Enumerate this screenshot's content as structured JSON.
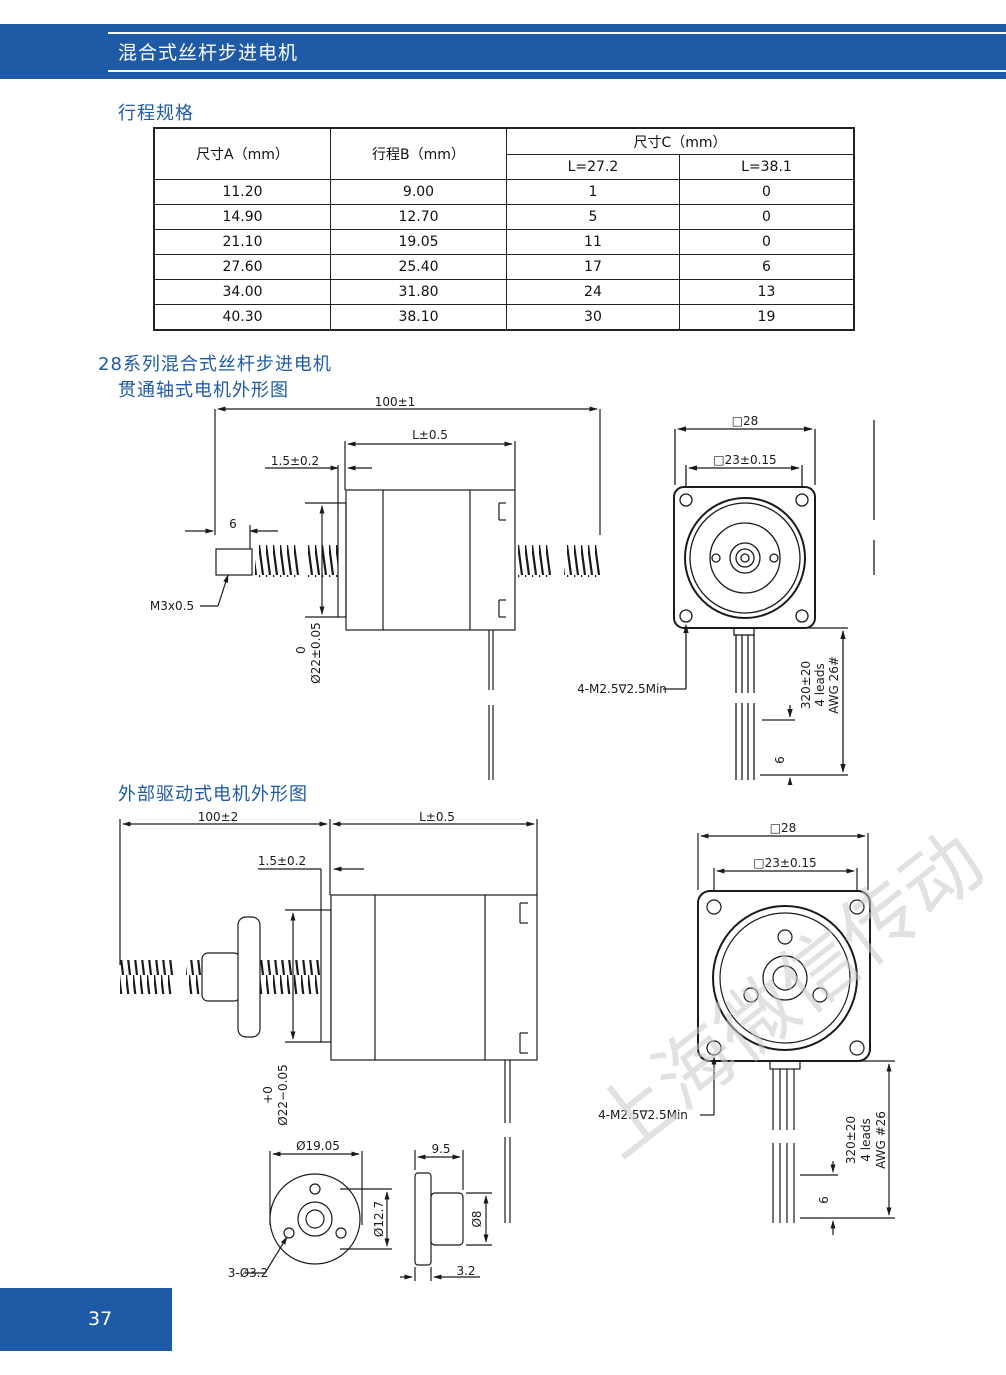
{
  "header": {
    "title": "混合式丝杆步进电机"
  },
  "stroke_spec": {
    "title": "行程规格",
    "col_a": "尺寸A（mm）",
    "col_b": "行程B（mm）",
    "col_c": "尺寸C（mm）",
    "sub_c1": "L=27.2",
    "sub_c2": "L=38.1",
    "rows": [
      [
        "11.20",
        "9.00",
        "1",
        "0"
      ],
      [
        "14.90",
        "12.70",
        "5",
        "0"
      ],
      [
        "21.10",
        "19.05",
        "11",
        "0"
      ],
      [
        "27.60",
        "25.40",
        "17",
        "6"
      ],
      [
        "34.00",
        "31.80",
        "24",
        "13"
      ],
      [
        "40.30",
        "38.10",
        "30",
        "19"
      ]
    ]
  },
  "section1": {
    "title_line1": "28系列混合式丝杆步进电机",
    "title_line2": "贯通轴式电机外形图",
    "dims": {
      "total": "100±1",
      "length": "L±0.5",
      "flange": "1.5±0.2",
      "thread_len": "6",
      "thread": "M3x0.5",
      "diam_tol": "0",
      "diam": "Ø22±0.05",
      "square": "□28",
      "hole_pitch": "□23±0.15",
      "screw_holes": "4-M2.5∇2.5Min",
      "lead_len": "320±20",
      "leads": "4 leads",
      "awg": "AWG 26#",
      "strip": "6"
    }
  },
  "section2": {
    "title": "外部驱动式电机外形图",
    "dims": {
      "total": "100±2",
      "length": "L±0.5",
      "flange": "1.5±0.2",
      "diam_tol": "+0",
      "diam": "Ø22−0.05",
      "square": "□28",
      "hole_pitch": "□23±0.15",
      "screw_holes": "4-M2.5∇2.5Min",
      "lead_len": "320±20",
      "leads": "4 leads",
      "awg": "AWG #26",
      "strip": "6",
      "nut_od": "Ø19.05",
      "nut_pcd": "Ø12.7",
      "nut_holes": "3-Ø3.2",
      "nut_len": "9.5",
      "nut_hub": "Ø8",
      "nut_flange": "3.2"
    }
  },
  "watermark": "上海微信传动",
  "page": {
    "number": "37"
  },
  "colors": {
    "brand": "#1f5aa6",
    "line": "#1a1a1a"
  }
}
